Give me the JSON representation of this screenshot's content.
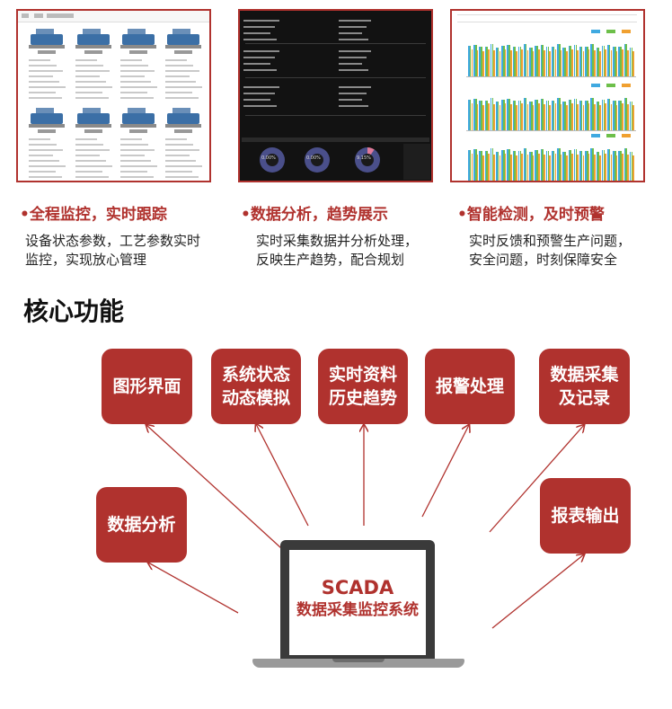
{
  "captions": [
    {
      "title": "•全程监控，实时跟踪",
      "lines": [
        "设备状态参数，工艺参数实时",
        "监控，实现放心管理"
      ]
    },
    {
      "title": "•数据分析，趋势展示",
      "lines": [
        "实时采集数据并分析处理，",
        "反映生产趋势，配合规划"
      ]
    },
    {
      "title": "•智能检测，及时预警",
      "lines": [
        "实时反馈和预警生产问题，",
        "安全问题，时刻保障安全"
      ]
    }
  ],
  "section_title": "核心功能",
  "features": {
    "graphics_ui": "图形界面",
    "system_status": [
      "系统状态",
      "动态模拟"
    ],
    "history_trend": [
      "实时资料",
      "历史趋势"
    ],
    "alarm": "报警处理",
    "data_collect": [
      "数据采集",
      "及记录"
    ],
    "data_analysis": "数据分析",
    "report_output": "报表输出"
  },
  "laptop": {
    "line1": "SCADA",
    "line2": "数据采集监控系统"
  },
  "thumb2": {
    "donuts": [
      "0.00%",
      "0.00%",
      "9.15%"
    ]
  },
  "colors": {
    "accent": "#b0322e",
    "bar_blue": "#3fa9e0",
    "bar_green": "#6dbf4a",
    "bar_orange": "#f0a030"
  }
}
